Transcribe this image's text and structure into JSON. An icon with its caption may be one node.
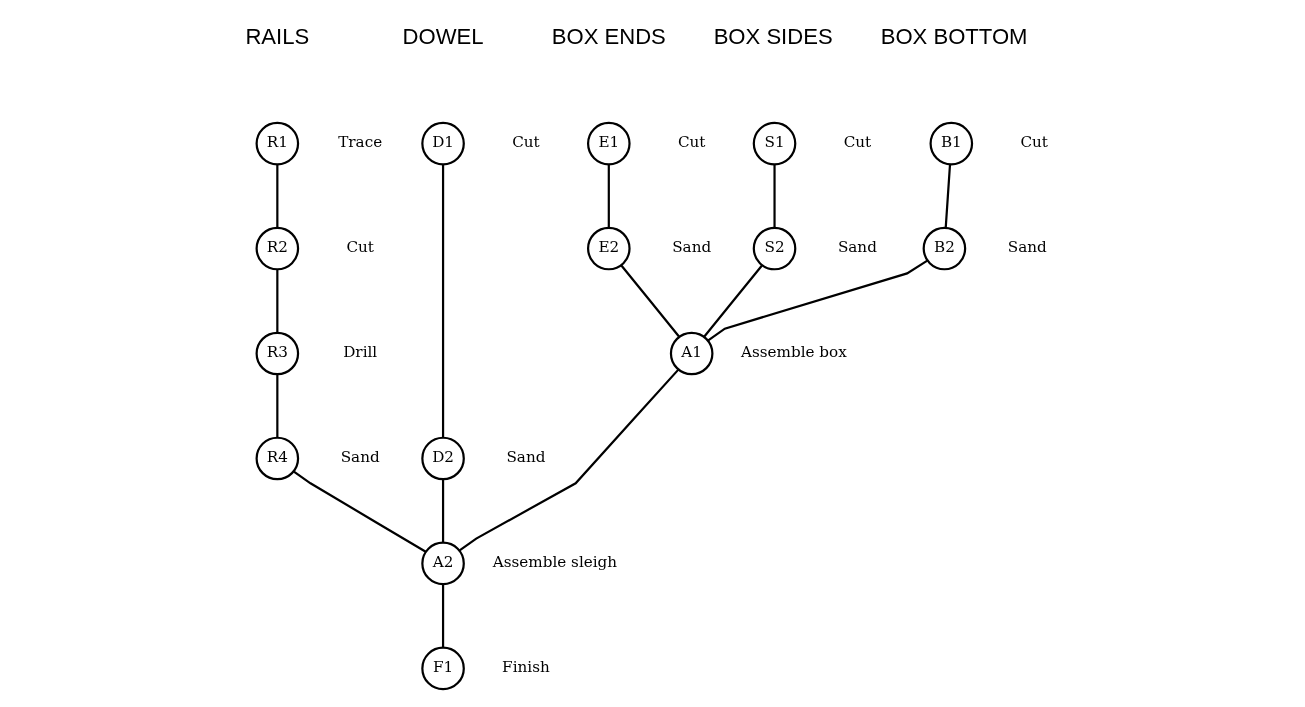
{
  "diagram": {
    "nodes": [
      {
        "text": [
          "R1"
        ],
        "beside": [
          "Trace"
        ]
      },
      {
        "text": [
          "R2"
        ],
        "beside": [
          "Cut"
        ]
      },
      {
        "text": [
          "R3"
        ],
        "beside": [
          "Drill"
        ]
      },
      {
        "text": [
          "R4"
        ],
        "beside": [
          "Sand"
        ]
      },
      {
        "text": [
          "D1"
        ],
        "beside": [
          "Cut"
        ]
      },
      {
        "text": [
          "D2"
        ],
        "beside": [
          "Sand"
        ]
      },
      {
        "text": [
          "E1"
        ],
        "beside": [
          "Cut"
        ]
      },
      {
        "text": [
          "E2"
        ],
        "beside": [
          "Sand"
        ]
      },
      {
        "text": [
          "S1"
        ],
        "beside": [
          "Cut"
        ]
      },
      {
        "text": [
          "S2"
        ],
        "beside": [
          "Sand"
        ]
      },
      {
        "text": [
          "B1"
        ],
        "beside": [
          "Cut"
        ]
      },
      {
        "text": [
          "B2"
        ],
        "beside": [
          "Sand"
        ]
      },
      {
        "text": [
          "A1"
        ],
        "beside": [
          "Assemble box"
        ]
      },
      {
        "text": [
          "A2"
        ],
        "beside": [
          "Assemble sleigh"
        ]
      },
      {
        "text": [
          "F1"
        ],
        "beside": [
          "Finish"
        ]
      }
    ],
    "edges": [
      {
        "from": 0,
        "to": 1,
        "arrow": "none"
      },
      {
        "from": 1,
        "to": 2,
        "arrow": "none"
      },
      {
        "from": 2,
        "to": 3,
        "arrow": "none"
      },
      {
        "from": 4,
        "to": 5,
        "arrow": "none"
      },
      {
        "from": 6,
        "to": 7,
        "arrow": "none"
      },
      {
        "from": 8,
        "to": 9,
        "arrow": "none"
      },
      {
        "from": 10,
        "to": 11,
        "arrow": "none"
      },
      {
        "from": 7,
        "to": 12,
        "arrow": "none"
      },
      {
        "from": 9,
        "to": 12,
        "arrow": "none"
      },
      {
        "from": 11,
        "to": 12,
        "arrow": "none"
      },
      {
        "from": 3,
        "to": 13,
        "arrow": "none"
      },
      {
        "from": 5,
        "to": 13,
        "arrow": "none"
      },
      {
        "from": 12,
        "to": 13,
        "arrow": "none"
      },
      {
        "from": 13,
        "to": 14,
        "arrow": "none"
      }
    ],
    "labels": [
      "RAILS",
      "DOWEL",
      "BOX ENDS",
      "BOX SIDES",
      "BOX BOTTOM"
    ]
  }
}
